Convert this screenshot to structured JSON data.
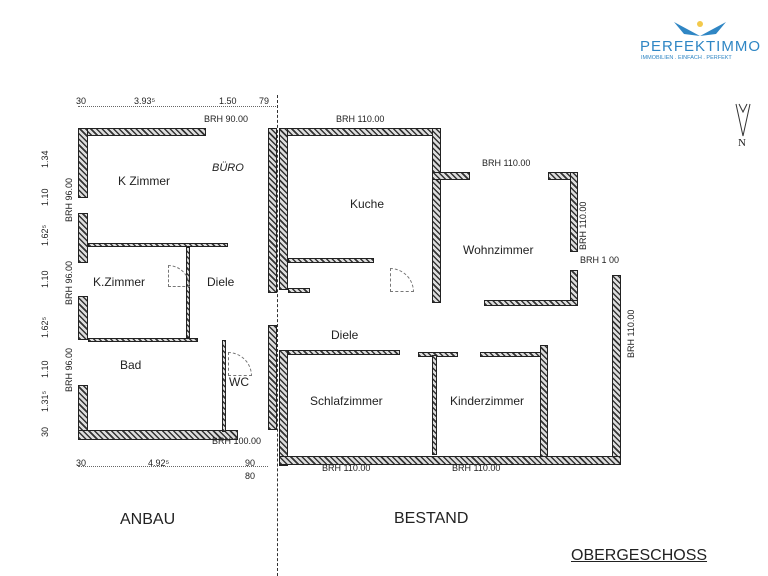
{
  "logo": {
    "brand": "PERFEKTIMMO",
    "tagline": "IMMOBILIEN . EINFACH . PERFEKT",
    "color": "#2f86c4"
  },
  "compass": {
    "label": "N"
  },
  "rooms": {
    "k_zimmer_1": "K Zimmer",
    "buero": "BÜRO",
    "k_zimmer_2": "K.Zimmer",
    "diele_anbau": "Diele",
    "bad": "Bad",
    "wc": "WC",
    "kuche": "Kuche",
    "wohnzimmer": "Wohnzimmer",
    "diele_bestand": "Diele",
    "schlafzimmer": "Schlafzimmer",
    "kinderzimmer": "Kinderzimmer"
  },
  "dimensions": {
    "top": [
      "30",
      "3.93⁵",
      "1.50",
      "79"
    ],
    "bottom": [
      "30",
      "4.92⁵",
      "90",
      "80"
    ],
    "left": [
      "1.34",
      "1.10",
      "1.62⁵",
      "1.10",
      "1.62⁵",
      "1.10",
      "1.31⁵",
      "30"
    ]
  },
  "brh": {
    "top_anbau": "BRH 90.00",
    "top_kuche": "BRH 110.00",
    "wohn_top": "BRH 110.00",
    "wohn_right": "BRH 110.00",
    "wohn_small": "BRH 1 00",
    "right": "BRH 110.00",
    "left1": "BRH 96.00",
    "left2": "BRH 96.00",
    "left3": "BRH 96.00",
    "bottom_anbau": "BRH 100.00",
    "bottom1": "BRH 110.00",
    "bottom2": "BRH 110.00"
  },
  "sections": {
    "anbau": "ANBAU",
    "bestand": "BESTAND",
    "floor": "OBERGESCHOSS"
  }
}
